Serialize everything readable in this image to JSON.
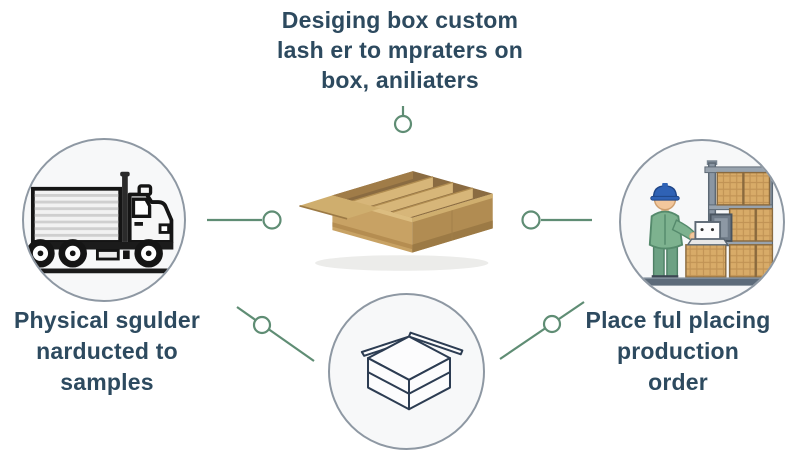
{
  "diagram": {
    "title_top": {
      "line1": "Desiging box custom",
      "line2": "lash er to mpraters on",
      "line3": "box, aniliaters"
    },
    "label_left": {
      "line1": "Physical sgulder",
      "line2": "narducted to",
      "line3": "samples"
    },
    "label_right": {
      "line1": "Place ful placing",
      "line2": "production",
      "line3": "order"
    },
    "icons": {
      "left": "delivery-truck-icon",
      "center": "cardboard-box-with-dividers-image",
      "right": "warehouse-worker-packing-icon",
      "bottom": "open-box-icon"
    },
    "colors": {
      "text": "#2d4a5f",
      "connector_green": "#5f8d74",
      "circle_border": "#8e98a3",
      "circle_fill": "#f7f8f9",
      "box_tan": "#c8a264",
      "box_tan_dark": "#b18c52",
      "worker_hat_blue": "#2f62b5",
      "worker_shirt_green": "#7db28f",
      "icon_line_navy": "#2c3c52"
    }
  }
}
